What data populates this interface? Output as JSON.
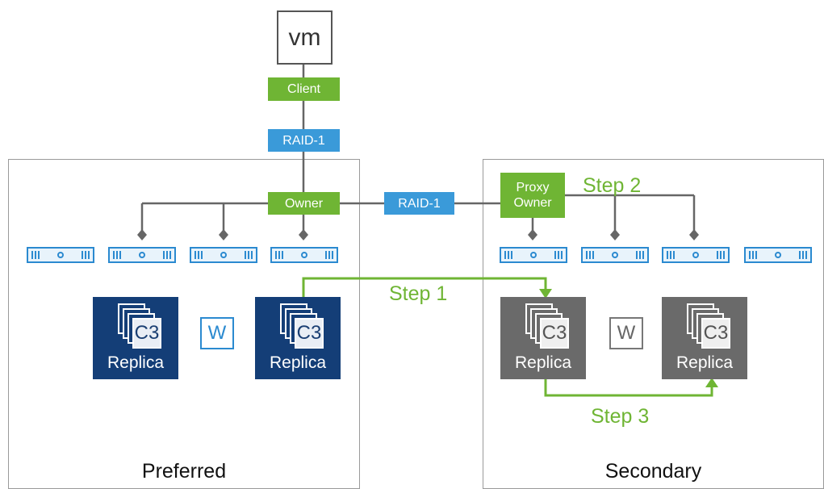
{
  "vm": {
    "label": "vm"
  },
  "tags": {
    "client": "Client",
    "raid_top": "RAID-1",
    "owner": "Owner",
    "raid_mid": "RAID-1",
    "proxy_owner": "Proxy\nOwner"
  },
  "sites": {
    "preferred": {
      "label": "Preferred"
    },
    "secondary": {
      "label": "Secondary"
    }
  },
  "components": {
    "replica_label": "Replica",
    "component_name": "C3",
    "witness_label": "W"
  },
  "steps": {
    "step1": "Step 1",
    "step2": "Step 2",
    "step3": "Step 3"
  },
  "colors": {
    "green": "#6fb534",
    "blue": "#3a9ad9",
    "navy": "#143e77",
    "grey_replica": "#6a6a6a",
    "connector": "#666666"
  }
}
